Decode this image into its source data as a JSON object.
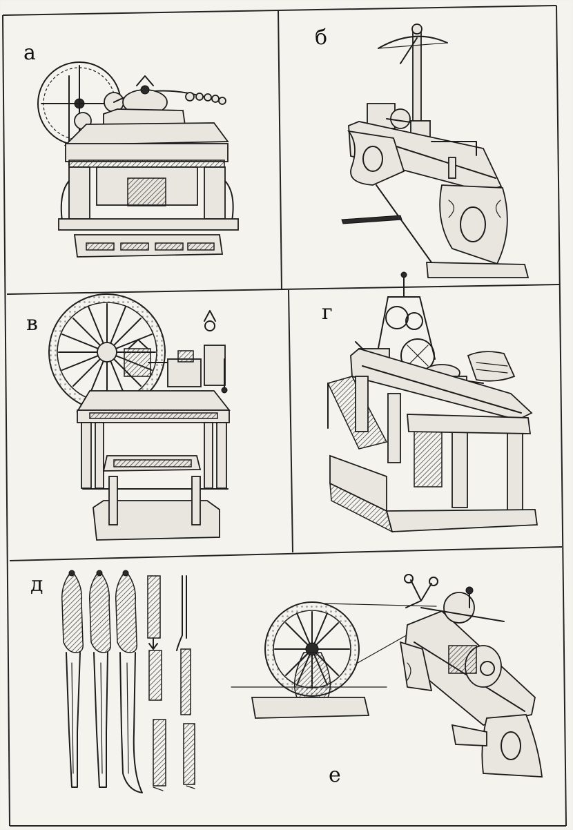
{
  "panels": [
    {
      "id": "a",
      "label": "а"
    },
    {
      "id": "b",
      "label": "б"
    },
    {
      "id": "v",
      "label": "в"
    },
    {
      "id": "g",
      "label": "г"
    },
    {
      "id": "d",
      "label": "д"
    },
    {
      "id": "e",
      "label": "е"
    }
  ]
}
